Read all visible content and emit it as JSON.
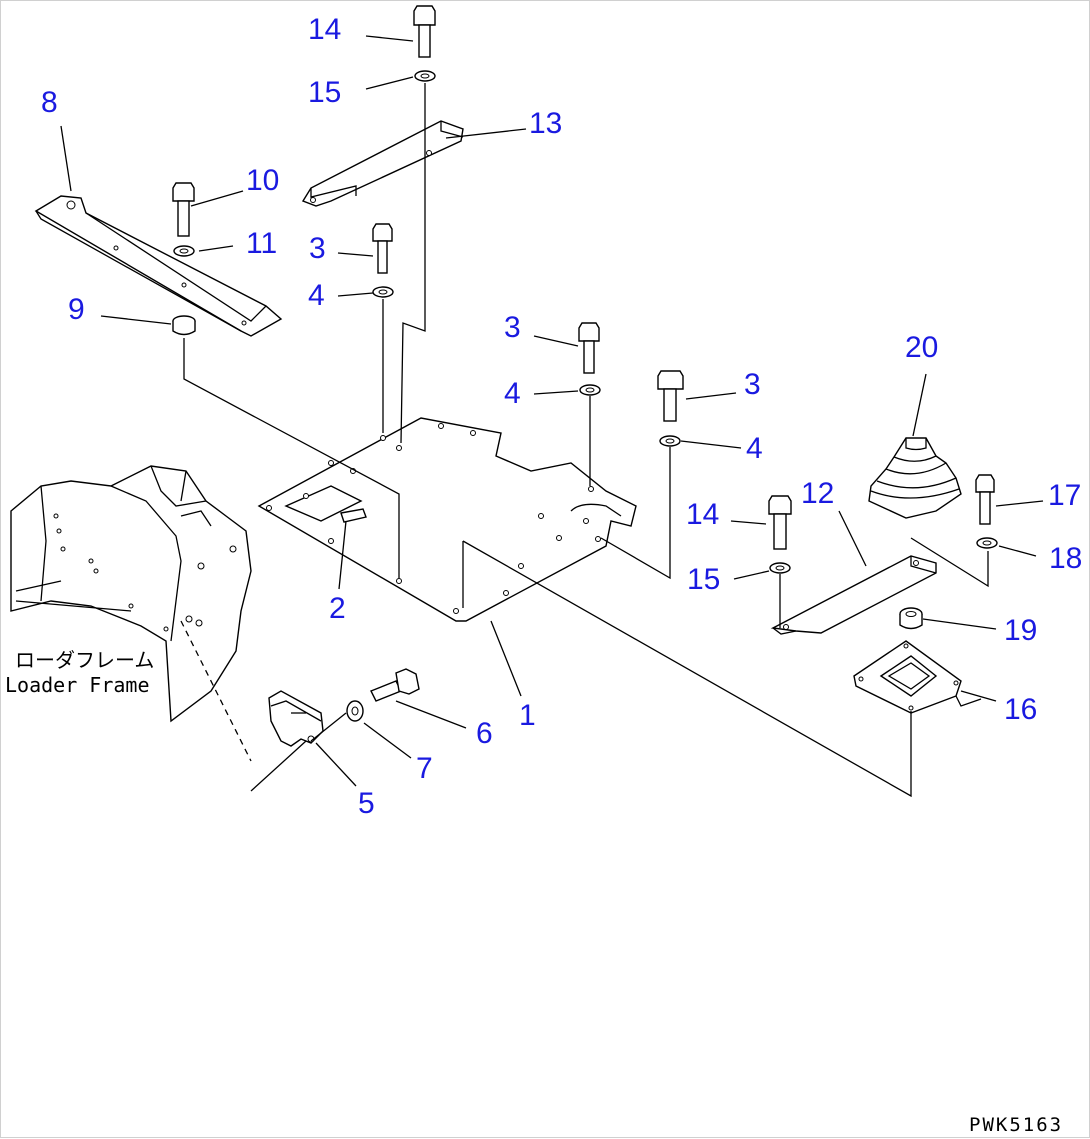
{
  "drawing": {
    "code": "PWK5163",
    "frame_label_jp": "ローダフレーム",
    "frame_label_en": "Loader Frame"
  },
  "callouts": {
    "c1": "1",
    "c2": "2",
    "c3a": "3",
    "c3b": "3",
    "c3c": "3",
    "c4a": "4",
    "c4b": "4",
    "c4c": "4",
    "c5": "5",
    "c6": "6",
    "c7": "7",
    "c8": "8",
    "c9": "9",
    "c10": "10",
    "c11": "11",
    "c12": "12",
    "c13": "13",
    "c14a": "14",
    "c14b": "14",
    "c15a": "15",
    "c15b": "15",
    "c16": "16",
    "c17": "17",
    "c18": "18",
    "c19": "19",
    "c20": "20"
  },
  "colors": {
    "callout": "#1a1ae0",
    "line": "#000000",
    "background": "#ffffff"
  }
}
